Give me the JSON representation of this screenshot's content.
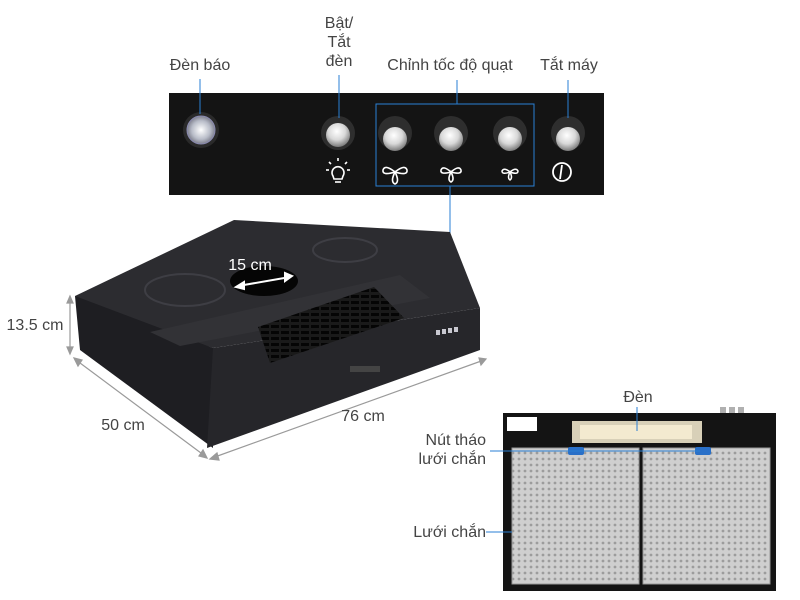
{
  "control_panel": {
    "labels": {
      "indicator_light": "Đèn báo",
      "light_toggle_line1": "Bật/",
      "light_toggle_line2": "Tắt",
      "light_toggle_line3": "đèn",
      "fan_speed": "Chỉnh tốc độ quạt",
      "power_off": "Tắt máy"
    }
  },
  "hood_dimensions": {
    "height": "13.5 cm",
    "depth": "50 cm",
    "width": "76 cm",
    "vent_diameter": "15 cm"
  },
  "filter_view": {
    "labels": {
      "lamp": "Đèn",
      "filter_release_line1": "Nút tháo",
      "filter_release_line2": "lưới chắn",
      "filter_mesh": "Lưới chắn"
    }
  },
  "icons": [
    "indicator-light-icon",
    "bulb-icon",
    "fan-icon",
    "power-icon"
  ],
  "colors": {
    "panel": "#141414",
    "accent_line": "#2a7fd4",
    "label_text": "#444444"
  }
}
